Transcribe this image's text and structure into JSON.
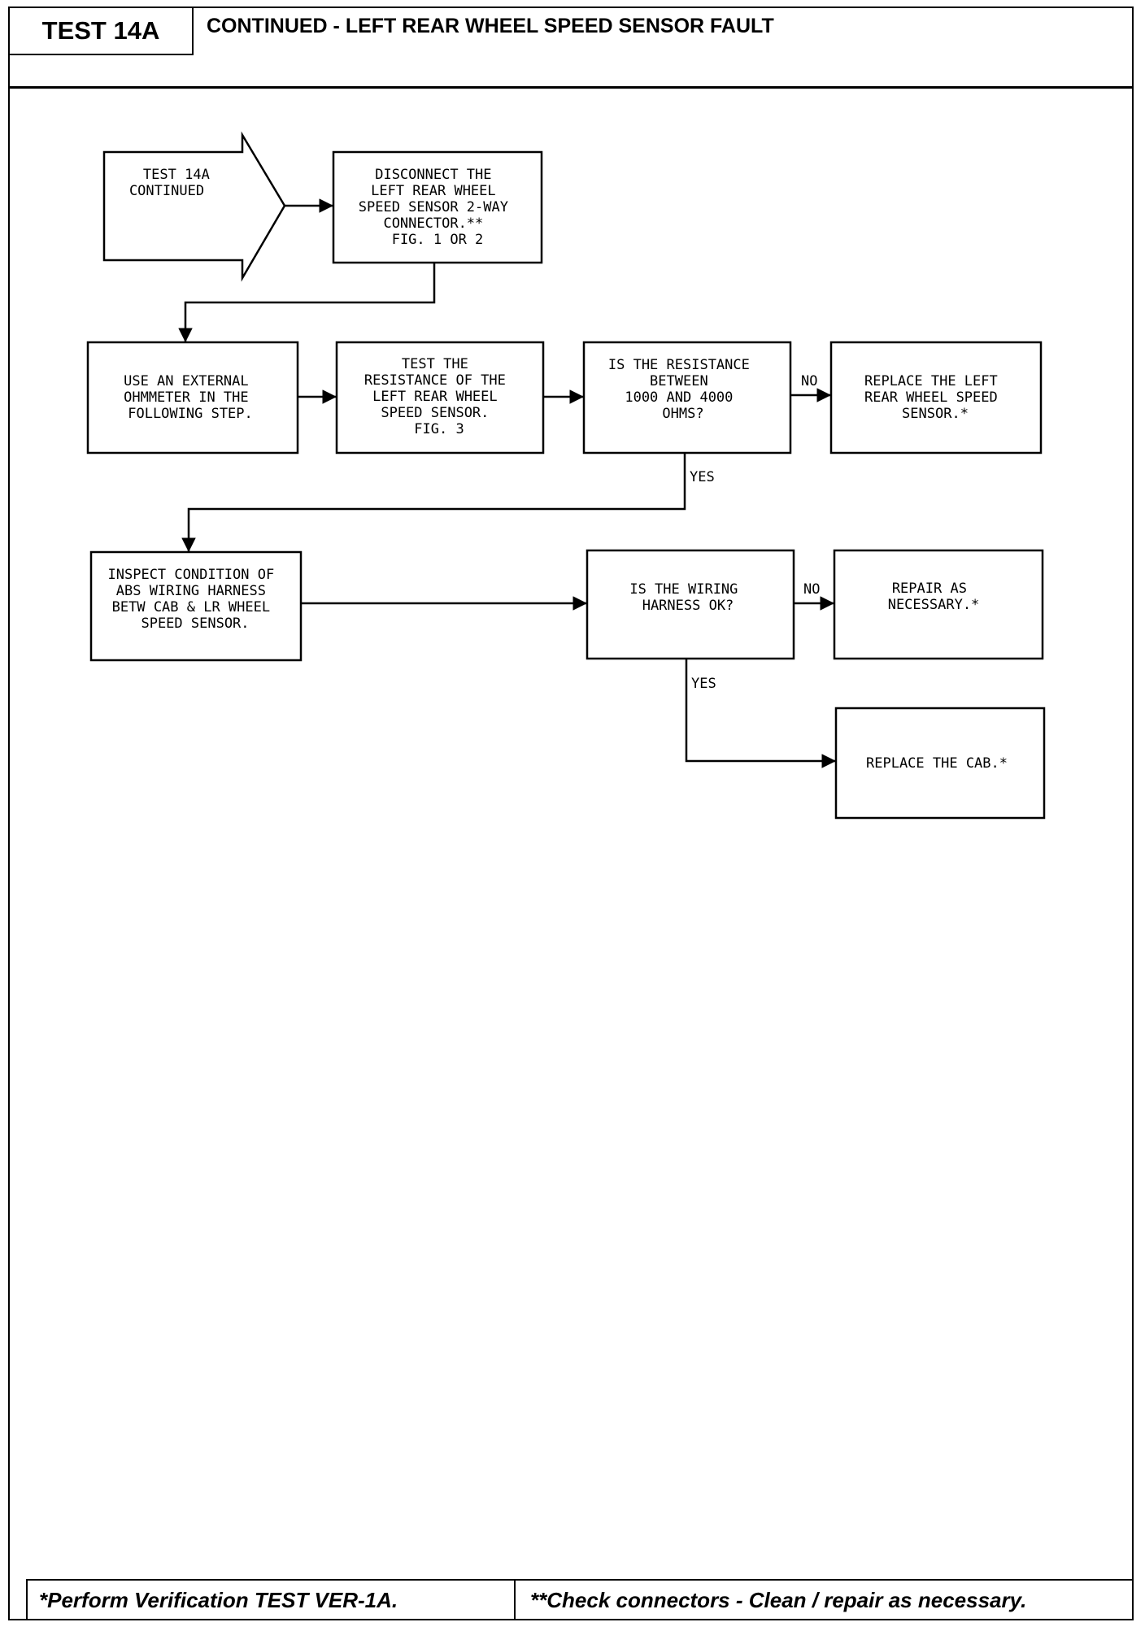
{
  "header": {
    "test_id": "TEST 14A",
    "title": "CONTINUED - LEFT REAR WHEEL SPEED SENSOR FAULT"
  },
  "flowchart": {
    "entry": {
      "lines": [
        "TEST 14A",
        "CONTINUED"
      ]
    },
    "disconnect": {
      "lines": [
        "DISCONNECT THE",
        "LEFT REAR WHEEL",
        "SPEED SENSOR 2-WAY",
        "CONNECTOR.**",
        "FIG. 1 OR 2"
      ]
    },
    "use_ohmmeter": {
      "lines": [
        "USE AN EXTERNAL",
        "OHMMETER IN THE",
        "FOLLOWING STEP."
      ]
    },
    "test_resistance": {
      "lines": [
        "TEST THE",
        "RESISTANCE OF THE",
        "LEFT REAR WHEEL",
        "SPEED SENSOR.",
        "FIG. 3"
      ]
    },
    "resistance_question": {
      "lines": [
        "IS THE RESISTANCE",
        "BETWEEN",
        "1000 AND 4000",
        "OHMS?"
      ]
    },
    "replace_sensor": {
      "lines": [
        "REPLACE THE LEFT",
        "REAR WHEEL SPEED",
        "SENSOR.*"
      ]
    },
    "inspect_wiring": {
      "lines": [
        "INSPECT CONDITION OF",
        "ABS WIRING HARNESS",
        "BETW CAB & LR WHEEL",
        "SPEED SENSOR."
      ]
    },
    "wiring_question": {
      "lines": [
        "IS THE WIRING",
        "HARNESS OK?"
      ]
    },
    "repair": {
      "lines": [
        "REPAIR AS",
        "NECESSARY.*"
      ]
    },
    "replace_cab": {
      "lines": [
        "REPLACE THE CAB.*"
      ]
    },
    "labels": {
      "no": "NO",
      "yes": "YES"
    }
  },
  "footer": {
    "left_note": "*Perform Verification TEST VER-1A.",
    "right_note": "**Check connectors - Clean / repair as necessary."
  }
}
